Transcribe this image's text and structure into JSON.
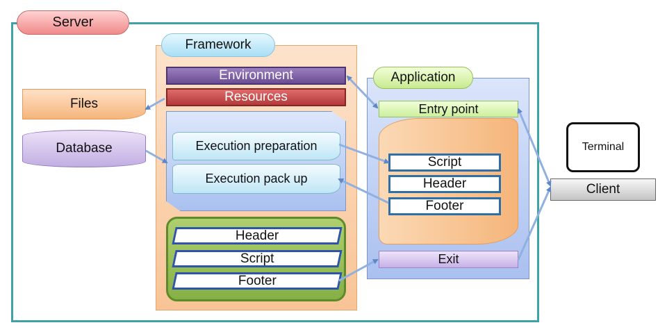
{
  "server": {
    "label": "Server"
  },
  "framework": {
    "label": "Framework",
    "environment": "Environment",
    "resources": "Resources",
    "execution_preparation": "Execution preparation",
    "execution_pack_up": "Execution pack up",
    "template": {
      "header": "Header",
      "script": "Script",
      "footer": "Footer"
    }
  },
  "application": {
    "label": "Application",
    "entry_point": "Entry point",
    "script": "Script",
    "header": "Header",
    "footer": "Footer",
    "exit": "Exit"
  },
  "storage": {
    "files": "Files",
    "database": "Database"
  },
  "external": {
    "terminal": "Terminal",
    "client": "Client"
  },
  "colors": {
    "server_border": "#3fa3a6",
    "framework_fill": "#f8c496",
    "application_fill": "#aac0ef",
    "environment": "#6b4c93",
    "resources": "#b33a3a",
    "arrow": "#8fb0e0"
  }
}
